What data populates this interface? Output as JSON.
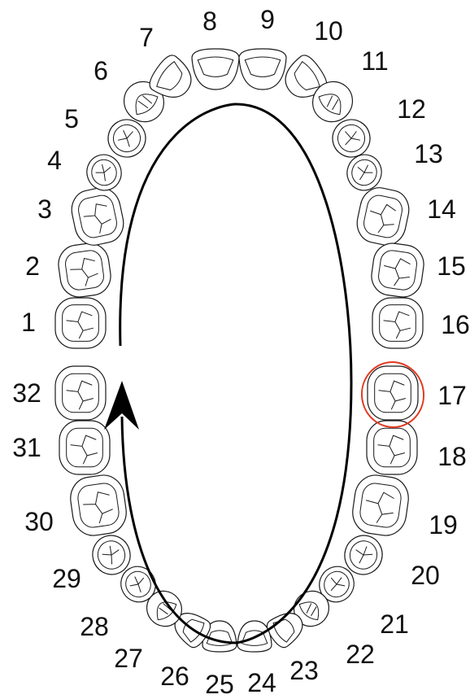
{
  "teeth": [
    {
      "number": "1",
      "kind": "molar"
    },
    {
      "number": "2",
      "kind": "molar"
    },
    {
      "number": "3",
      "kind": "molar"
    },
    {
      "number": "4",
      "kind": "premolar"
    },
    {
      "number": "5",
      "kind": "premolar"
    },
    {
      "number": "6",
      "kind": "canine"
    },
    {
      "number": "7",
      "kind": "incisor"
    },
    {
      "number": "8",
      "kind": "incisor"
    },
    {
      "number": "9",
      "kind": "incisor"
    },
    {
      "number": "10",
      "kind": "incisor"
    },
    {
      "number": "11",
      "kind": "canine"
    },
    {
      "number": "12",
      "kind": "premolar"
    },
    {
      "number": "13",
      "kind": "premolar"
    },
    {
      "number": "14",
      "kind": "molar"
    },
    {
      "number": "15",
      "kind": "molar"
    },
    {
      "number": "16",
      "kind": "molar"
    },
    {
      "number": "17",
      "kind": "molar",
      "highlighted": true
    },
    {
      "number": "18",
      "kind": "molar"
    },
    {
      "number": "19",
      "kind": "molar"
    },
    {
      "number": "20",
      "kind": "premolar"
    },
    {
      "number": "21",
      "kind": "premolar"
    },
    {
      "number": "22",
      "kind": "canine"
    },
    {
      "number": "23",
      "kind": "incisor"
    },
    {
      "number": "24",
      "kind": "incisor"
    },
    {
      "number": "25",
      "kind": "incisor"
    },
    {
      "number": "26",
      "kind": "incisor"
    },
    {
      "number": "27",
      "kind": "canine"
    },
    {
      "number": "28",
      "kind": "premolar"
    },
    {
      "number": "29",
      "kind": "premolar"
    },
    {
      "number": "30",
      "kind": "molar"
    },
    {
      "number": "31",
      "kind": "molar"
    },
    {
      "number": "32",
      "kind": "molar"
    }
  ],
  "numbering_direction": "clockwise",
  "colors": {
    "outline": "#1a1a1a",
    "highlight": "#e2391f",
    "arrow": "#000000"
  }
}
